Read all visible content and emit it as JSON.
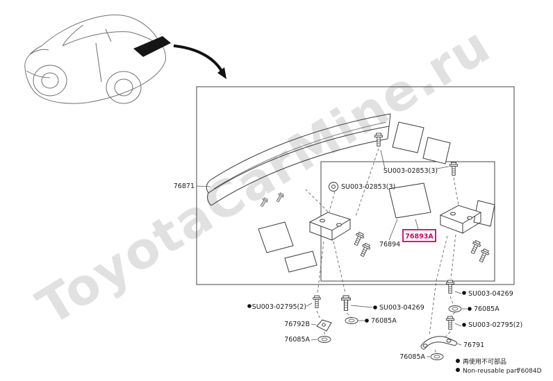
{
  "watermark": "ToyotaCarMine.ru",
  "figure_code": "76084D",
  "highlight_color": "#cc0066",
  "parts": {
    "spoiler": "76871",
    "screw_upper_a": "SU003-02853(3)",
    "screw_upper_b": "SU003-02853(3)",
    "pad_center": "76894",
    "protector_selected": "76893A",
    "bolt_left": "SU003-02795(2)",
    "bracket_left": "76792B",
    "grommet_left": "76085A",
    "bolt_center": "SU003-04269",
    "grommet_center": "76085A",
    "bolt_right_upper": "SU003-04269",
    "grommet_right": "76085A",
    "bolt_right_lower": "SU003-02795(2)",
    "bracket_right": "76791",
    "grommet_bottom": "76085A"
  },
  "legend": {
    "line_jp": "再使用不可部品",
    "line_en": "Non-reusable part"
  }
}
